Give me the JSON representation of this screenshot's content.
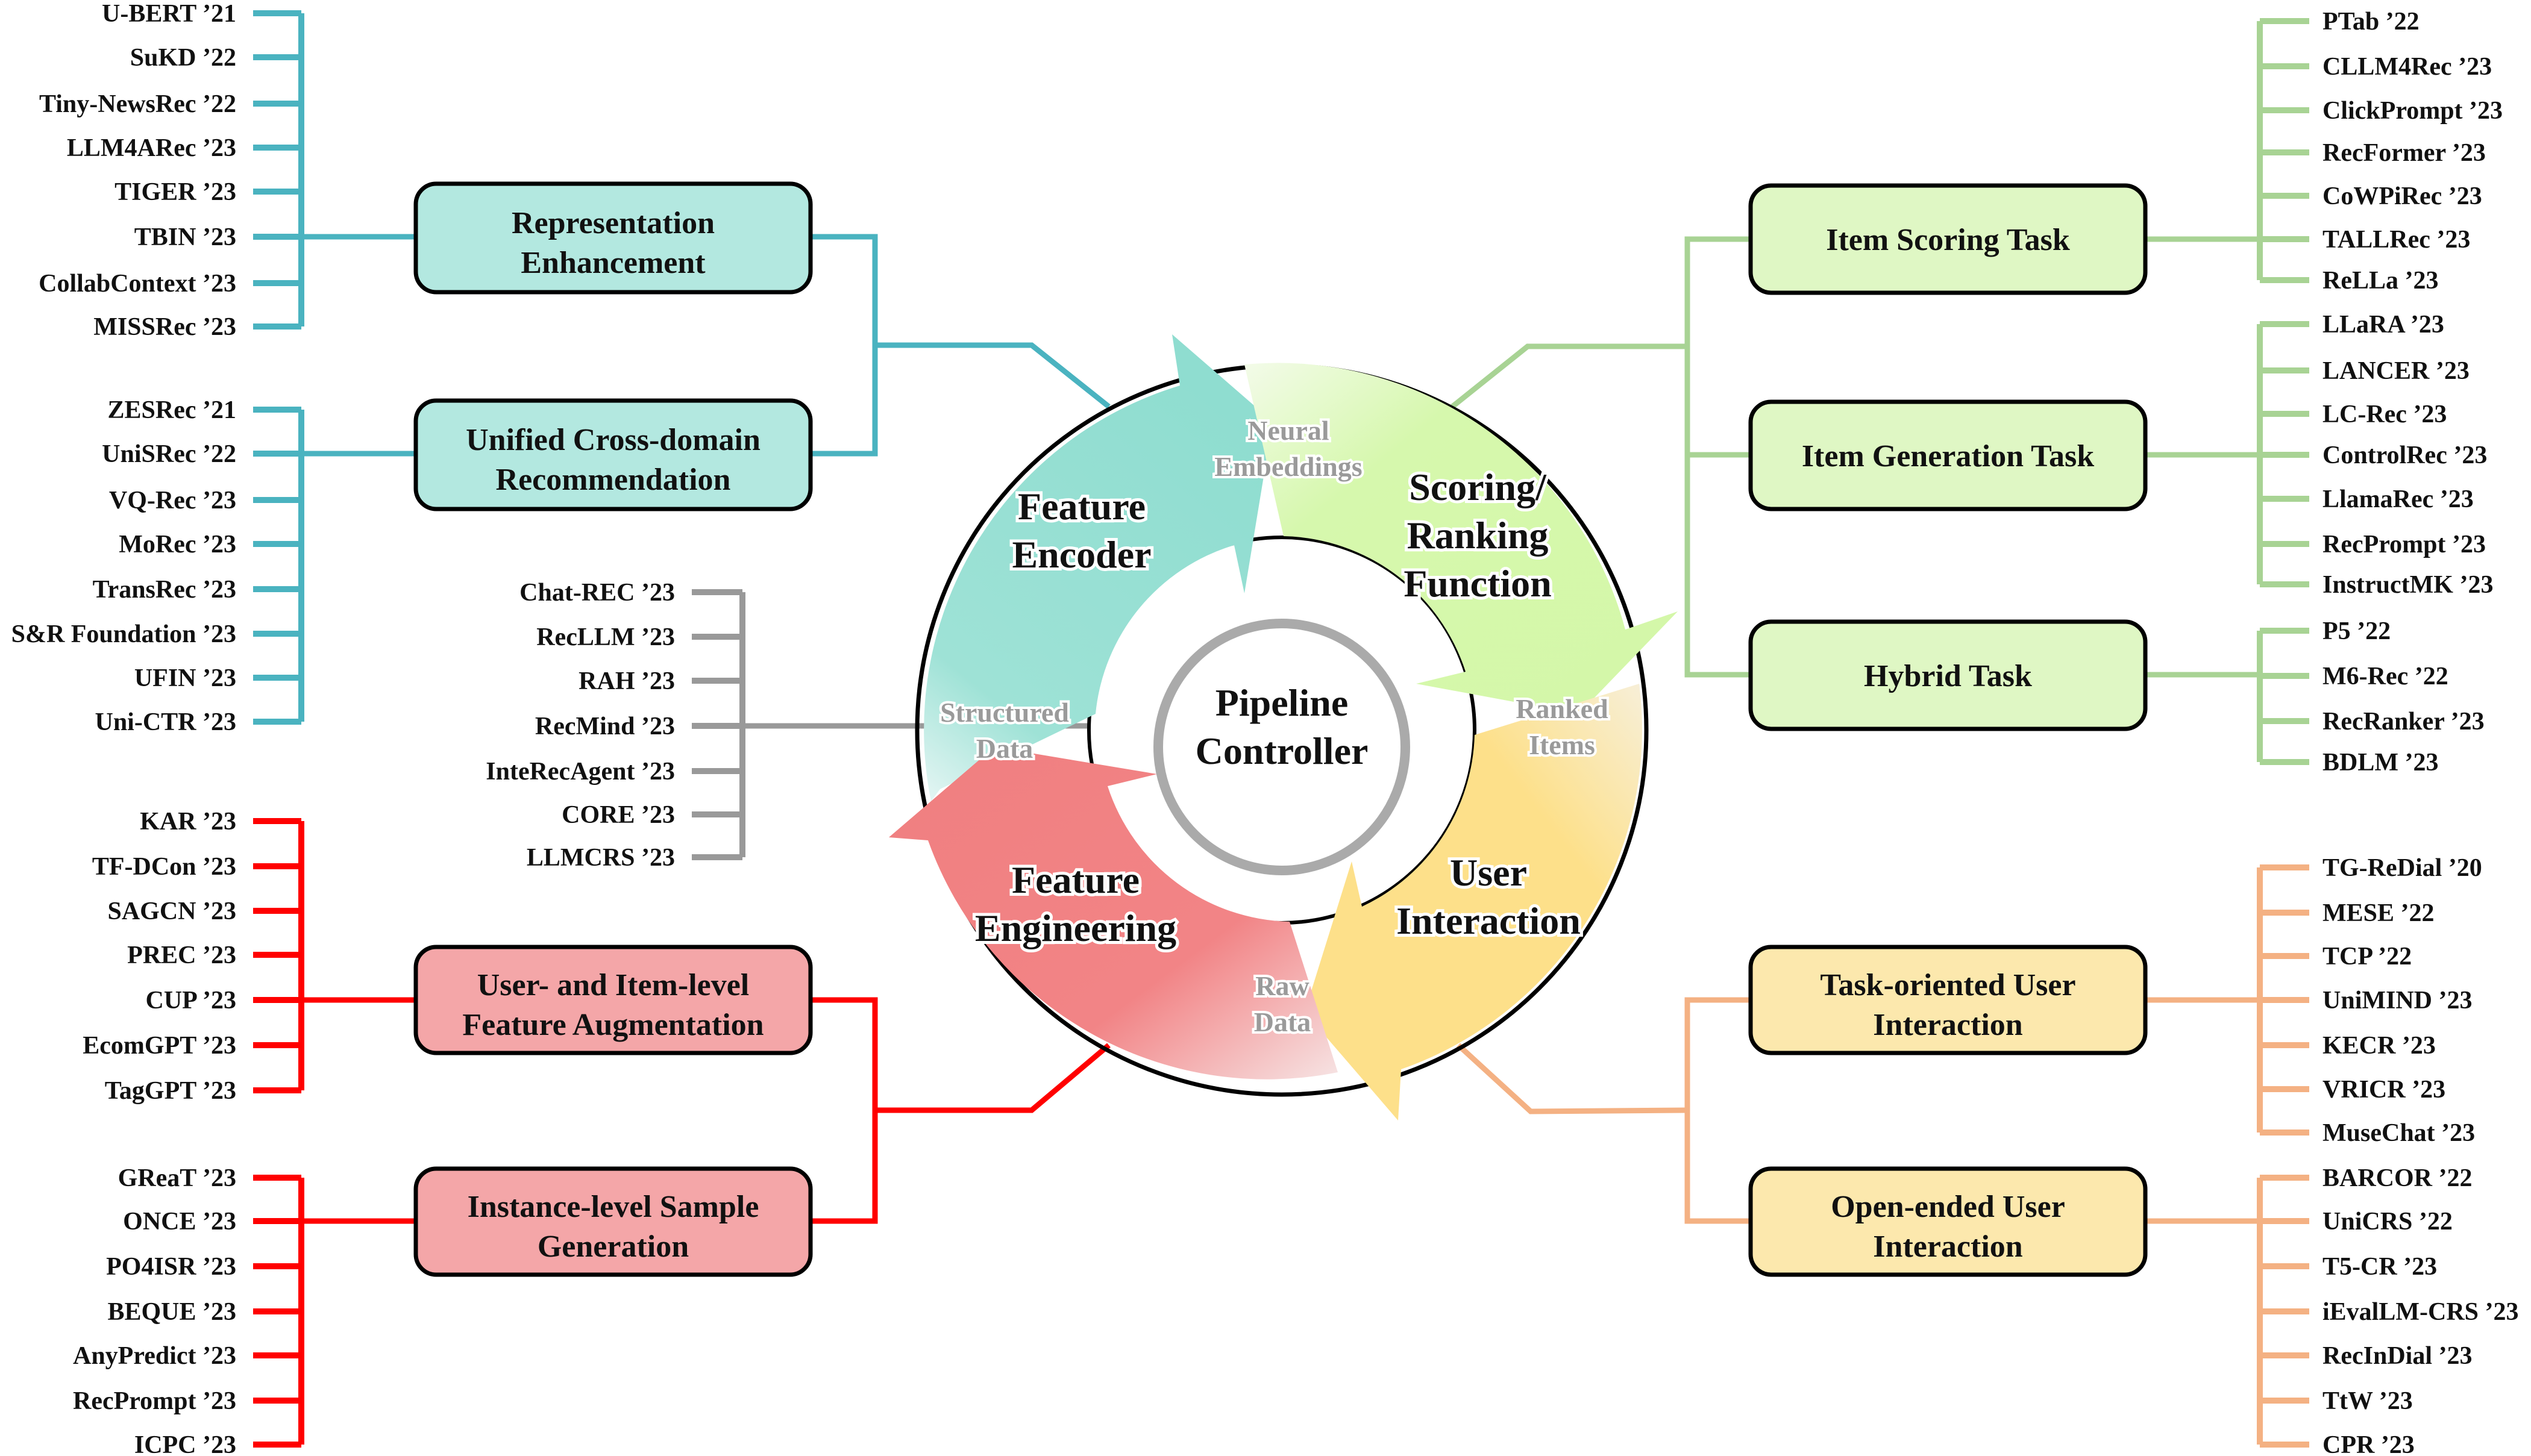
{
  "center": {
    "line1": "Pipeline",
    "line2": "Controller"
  },
  "stages": [
    {
      "id": "feature-encoder",
      "line1": "Feature",
      "line2": "Encoder",
      "line3": "",
      "color": "#8fddd0"
    },
    {
      "id": "scoring-ranking",
      "line1": "Scoring/",
      "line2": "Ranking",
      "line3": "Function",
      "color": "#d4f7a8"
    },
    {
      "id": "user-interaction",
      "line1": "User",
      "line2": "Interaction",
      "line3": "",
      "color": "#fde08a"
    },
    {
      "id": "feature-engineering",
      "line1": "Feature",
      "line2": "Engineering",
      "line3": "",
      "color": "#f07f80"
    }
  ],
  "flows": [
    {
      "line1": "Neural",
      "line2": "Embeddings"
    },
    {
      "line1": "Ranked",
      "line2": "Items"
    },
    {
      "line1": "Raw",
      "line2": "Data"
    },
    {
      "line1": "Structured",
      "line2": "Data"
    }
  ],
  "colors": {
    "teal": "#4ab3c0",
    "green": "#a8d394",
    "orange": "#f4b183",
    "red": "#ff0000",
    "gray": "#999999",
    "teal_box": "#b3e8e0",
    "green_box": "#dff7c4",
    "orange_box": "#fce8ad",
    "red_box": "#f4a6a8"
  },
  "groups": {
    "representation_enhancement": {
      "label1": "Representation",
      "label2": "Enhancement",
      "papers": [
        "U-BERT ’21",
        "SuKD ’22",
        "Tiny-NewsRec ’22",
        "LLM4ARec ’23",
        "TIGER ’23",
        "TBIN ’23",
        "CollabContext ’23",
        "MISSRec ’23"
      ]
    },
    "unified_cross_domain": {
      "label1": "Unified Cross-domain",
      "label2": "Recommendation",
      "papers": [
        "ZESRec ’21",
        "UniSRec ’22",
        "VQ-Rec ’23",
        "MoRec ’23",
        "TransRec ’23",
        "S&R Foundation ’23",
        "UFIN ’23",
        "Uni-CTR ’23"
      ]
    },
    "pipeline_controller": {
      "papers": [
        "Chat-REC ’23",
        "RecLLM ’23",
        "RAH ’23",
        "RecMind ’23",
        "InteRecAgent ’23",
        "CORE ’23",
        "LLMCRS ’23"
      ]
    },
    "feature_augmentation": {
      "label1": "User- and Item-level",
      "label2": "Feature Augmentation",
      "papers": [
        "KAR ’23",
        "TF-DCon ’23",
        "SAGCN ’23",
        "PREC ’23",
        "CUP ’23",
        "EcomGPT ’23",
        "TagGPT ’23"
      ]
    },
    "sample_generation": {
      "label1": "Instance-level Sample",
      "label2": "Generation",
      "papers": [
        "GReaT ’23",
        "ONCE ’23",
        "PO4ISR ’23",
        "BEQUE ’23",
        "AnyPredict ’23",
        "RecPrompt ’23",
        "ICPC ’23"
      ]
    },
    "item_scoring": {
      "label1": "Item Scoring Task",
      "label2": "",
      "papers": [
        "PTab ’22",
        "CLLM4Rec ’23",
        "ClickPrompt ’23",
        "RecFormer ’23",
        "CoWPiRec ’23",
        "TALLRec ’23",
        "ReLLa ’23"
      ]
    },
    "item_generation": {
      "label1": "Item Generation Task",
      "label2": "",
      "papers": [
        "LLaRA ’23",
        "LANCER ’23",
        "LC-Rec ’23",
        "ControlRec ’23",
        "LlamaRec ’23",
        "RecPrompt ’23",
        "InstructMK ’23"
      ]
    },
    "hybrid": {
      "label1": "Hybrid Task",
      "label2": "",
      "papers": [
        "P5 ’22",
        "M6-Rec ’22",
        "RecRanker ’23",
        "BDLM ’23"
      ]
    },
    "task_oriented": {
      "label1": "Task-oriented User",
      "label2": "Interaction",
      "papers": [
        "TG-ReDial ’20",
        "MESE  ’22",
        "TCP ’22",
        "UniMIND ’23",
        "KECR ’23",
        "VRICR ’23",
        "MuseChat ’23"
      ]
    },
    "open_ended": {
      "label1": "Open-ended User",
      "label2": "Interaction",
      "papers": [
        "BARCOR ’22",
        "UniCRS ’22",
        "T5-CR ’23",
        "iEvalLM-CRS ’23",
        "RecInDial ’23",
        "TtW ’23",
        "CPR ’23"
      ]
    }
  }
}
